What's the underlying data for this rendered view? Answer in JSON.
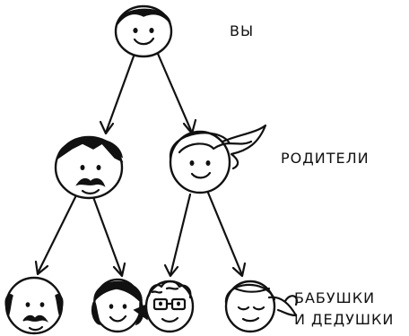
{
  "labels": {
    "you": "ВЫ",
    "parents": "РОДИТЕЛИ",
    "grandparents_line1": "БАБУШКИ",
    "grandparents_line2": "И ДЕДУШКИ"
  },
  "colors": {
    "ink": "#111111",
    "background": "#ffffff"
  }
}
